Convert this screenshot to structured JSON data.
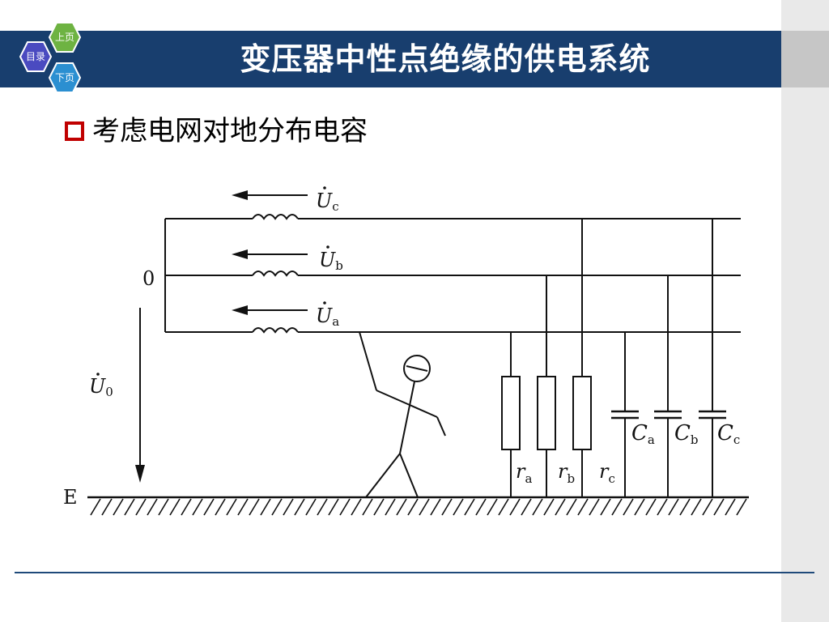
{
  "nav": {
    "prev_label": "上页",
    "toc_label": "目录",
    "next_label": "下页"
  },
  "title": "变压器中性点绝缘的供电系统",
  "bullet": "考虑电网对地分布电容",
  "diagram": {
    "phase_voltage_labels": [
      "U",
      "U",
      "U"
    ],
    "phase_subscripts": [
      "c",
      "b",
      "a"
    ],
    "neutral_label": "0",
    "neutral_voltage_label": "U",
    "neutral_voltage_subscript": "0",
    "earth_label": "E",
    "resistor_labels": [
      "r",
      "r",
      "r"
    ],
    "resistor_subscripts": [
      "a",
      "b",
      "c"
    ],
    "capacitor_labels": [
      "C",
      "C",
      "C"
    ],
    "capacitor_subscripts": [
      "a",
      "b",
      "c"
    ]
  },
  "colors": {
    "title_bar": "#183e6e",
    "nav_top": "#6eb342",
    "nav_left": "#4a4ac0",
    "nav_bottom": "#2b8fd1",
    "bullet_red": "#c00000"
  }
}
